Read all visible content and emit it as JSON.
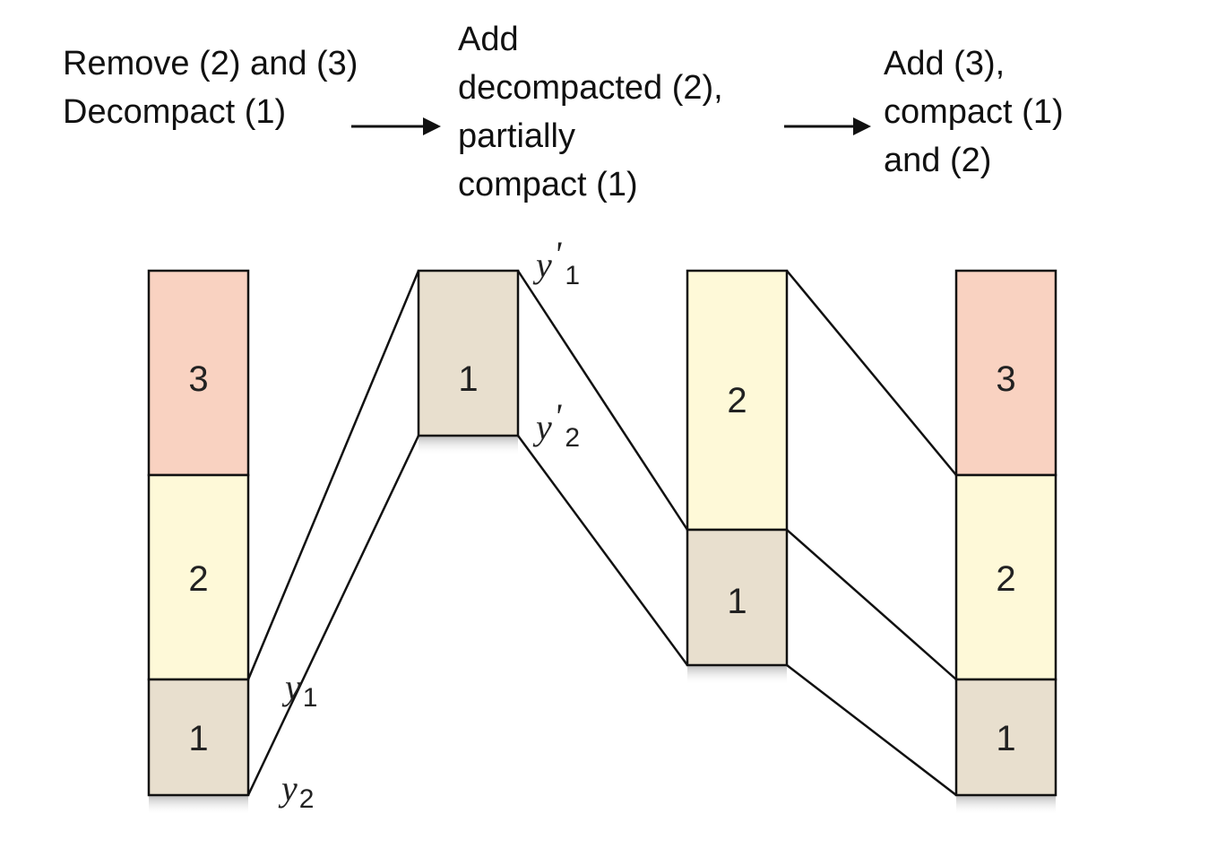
{
  "steps": [
    {
      "lines": [
        "Remove (2) and (3)",
        "Decompact (1)"
      ]
    },
    {
      "lines": [
        "Add",
        "decompacted (2),",
        "partially",
        "compact (1)"
      ]
    },
    {
      "lines": [
        "Add (3),",
        "compact (1)",
        "and (2)"
      ]
    }
  ],
  "columns": [
    {
      "segments": [
        {
          "label": "3",
          "color": "#f9d2c1"
        },
        {
          "label": "2",
          "color": "#fef9d8"
        },
        {
          "label": "1",
          "color": "#e8dfce"
        }
      ]
    },
    {
      "segments": [
        {
          "label": "1",
          "color": "#e8dfce"
        }
      ]
    },
    {
      "segments": [
        {
          "label": "2",
          "color": "#fef9d8"
        },
        {
          "label": "1",
          "color": "#e8dfce"
        }
      ]
    },
    {
      "segments": [
        {
          "label": "3",
          "color": "#f9d2c1"
        },
        {
          "label": "2",
          "color": "#fef9d8"
        },
        {
          "label": "1",
          "color": "#e8dfce"
        }
      ]
    }
  ],
  "markers": {
    "y1": {
      "base": "y",
      "prime": "",
      "sub": "1"
    },
    "y2": {
      "base": "y",
      "prime": "",
      "sub": "2"
    },
    "y1p": {
      "base": "y",
      "prime": "'",
      "sub": "1"
    },
    "y2p": {
      "base": "y",
      "prime": "'",
      "sub": "2"
    }
  }
}
